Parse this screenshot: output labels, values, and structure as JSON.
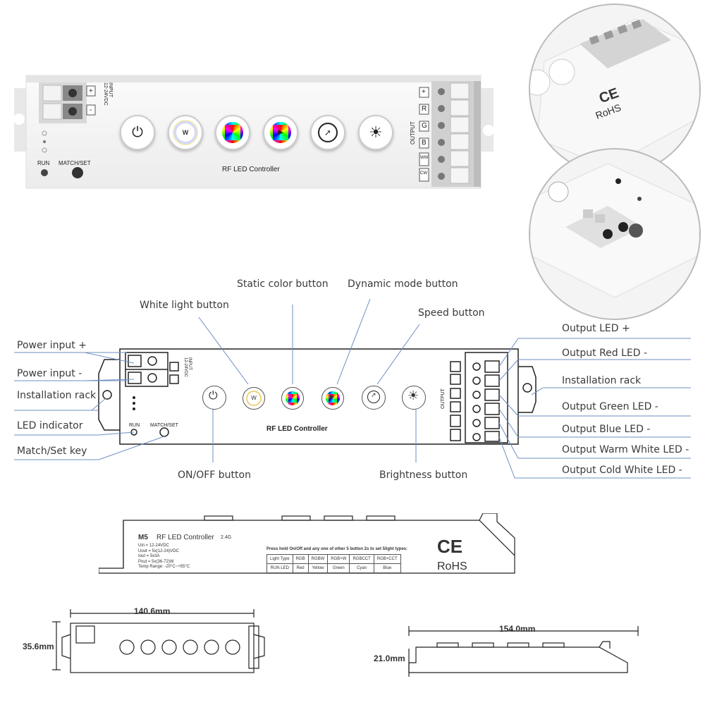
{
  "photo": {
    "input_label": "INPUT\n12-24VDC",
    "run": "RUN",
    "match_set": "MATCH/SET",
    "title": "RF LED Controller",
    "output": "OUTPUT",
    "terminals": [
      "+",
      "R",
      "G",
      "B",
      "WW",
      "CW"
    ],
    "input_terminals": [
      "+",
      "-"
    ],
    "white_letter": "W"
  },
  "closeup": {
    "ce": "CE",
    "rohs": "RoHS"
  },
  "diagram": {
    "device_title": "RF LED Controller",
    "run": "RUN",
    "match_set": "MATCH/SET",
    "output": "OUTPUT",
    "input_label": "INPUT\n12-24VDC",
    "labels": {
      "static_color": "Static color button",
      "dynamic_mode": "Dynamic mode button",
      "white_light": "White light button",
      "speed": "Speed button",
      "power_plus": "Power input +",
      "power_minus": "Power input -",
      "install_left": "Installation rack",
      "led_indicator": "LED indicator",
      "match_key": "Match/Set key",
      "onoff": "ON/OFF button",
      "brightness": "Brightness button",
      "out_plus": "Output LED +",
      "out_red": "Output Red LED -",
      "install_right": "Installation rack",
      "out_green": "Output Green LED -",
      "out_blue": "Output Blue LED -",
      "out_ww": "Output Warm White LED -",
      "out_cw": "Output Cold White LED -"
    }
  },
  "back": {
    "model": "M5",
    "name": "RF LED Controller",
    "freq": "2.4G",
    "specs": [
      "Uin  = 12-24VDC",
      "Uout = 5x(12-24)VDC",
      "Iout  = 5x3A",
      "Pout = 5x(36-72)W",
      "Temp Range: -20°C~+55°C"
    ],
    "note": "Press hold On/Off and any one of other 5 button 2s to set 5light types:",
    "table_header": [
      "Light Type",
      "RGB",
      "RGBW",
      "RGB+W",
      "RGBCCT",
      "RGB+CCT"
    ],
    "table_row": [
      "RUN LED",
      "Red",
      "Yellow",
      "Green",
      "Cyan",
      "Blue"
    ],
    "ce": "CE",
    "rohs": "RoHS"
  },
  "dims": {
    "length_top": "140.6mm",
    "height_left": "35.6mm",
    "length_side": "154.0mm",
    "height_side": "21.0mm"
  }
}
